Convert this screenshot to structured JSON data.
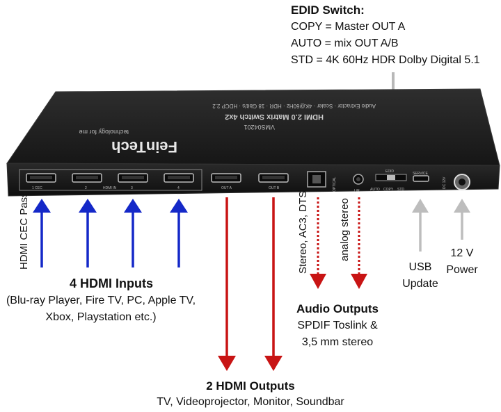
{
  "device": {
    "brand": "FeinTech",
    "tagline": "technology for me",
    "model": "VMS04201",
    "product_line": "HDMI 2.0 Matrix Switch 4x2",
    "specs": "Audio Extractor · Scaler · 4K@60Hz · HDR · 18 Gbit/s · HDCP 2.2",
    "port_labels": {
      "in1": "1 CEC",
      "in2": "2",
      "in_group": "HDMI IN",
      "in3": "3",
      "in4": "4",
      "out_a": "OUT A",
      "out_b": "OUT B",
      "optical": "OPTICAL",
      "lr": "L/R",
      "edid": "EDID",
      "auto": "AUTO",
      "copy": "COPY",
      "std": "STD",
      "service": "SERVICE",
      "dc": "DC 12V"
    }
  },
  "edid_box": {
    "title": "EDID Switch:",
    "lines": [
      "COPY = Master OUT A",
      "AUTO = mix OUT A/B",
      "STD = 4K 60Hz HDR Dolby Digital 5.1"
    ]
  },
  "labels": {
    "cec_pass": "HDMI CEC Pass",
    "inputs_title": "4 HDMI Inputs",
    "inputs_line1": "(Blu-ray Player, Fire TV, PC, Apple TV,",
    "inputs_line2": "Xbox,  Playstation etc.)",
    "optical_vertical": "Stereo, AC3, DTS",
    "analog_vertical": "analog stereo",
    "audio_title": "Audio Outputs",
    "audio_line1": "SPDIF Toslink &",
    "audio_line2": "3,5 mm stereo",
    "usb_line1": "USB",
    "usb_line2": "Update",
    "power_line1": "12 V",
    "power_line2": "Power",
    "outputs_title": "2 HDMI Outputs",
    "outputs_line1": "TV, Videoprojector, Monitor, Soundbar"
  },
  "colors": {
    "input_arrow": "#1428c8",
    "output_arrow": "#c81414",
    "gray_arrow": "#bdbdbd",
    "device_body": "#1c1c1c",
    "callout_box": "#ffffff"
  }
}
